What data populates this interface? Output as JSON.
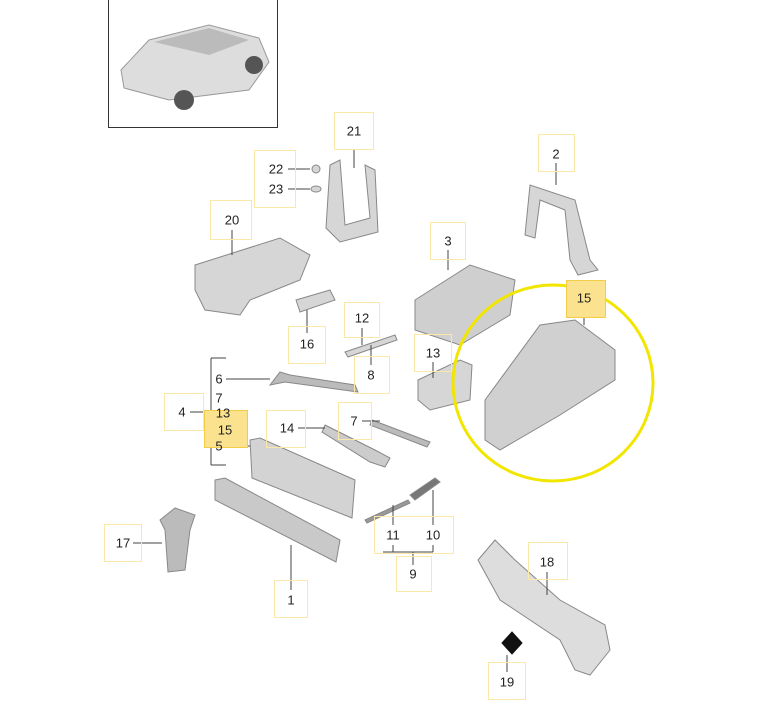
{
  "highlight_color": "#fbe28f",
  "circle_color": "#f2e600",
  "labels": {
    "l21": "21",
    "l22": "22",
    "l23": "23",
    "l20": "20",
    "l2": "2",
    "l3": "3",
    "l15": "15",
    "l12": "12",
    "l16": "16",
    "l8": "8",
    "l13": "13",
    "l6": "6",
    "l7": "7",
    "l4": "4",
    "l13b": "13",
    "l15b": "15",
    "l5": "5",
    "l14": "14",
    "l7b": "7",
    "l17": "17",
    "l11": "11",
    "l10": "10",
    "l9": "9",
    "l1": "1",
    "l18": "18",
    "l19": "19"
  }
}
